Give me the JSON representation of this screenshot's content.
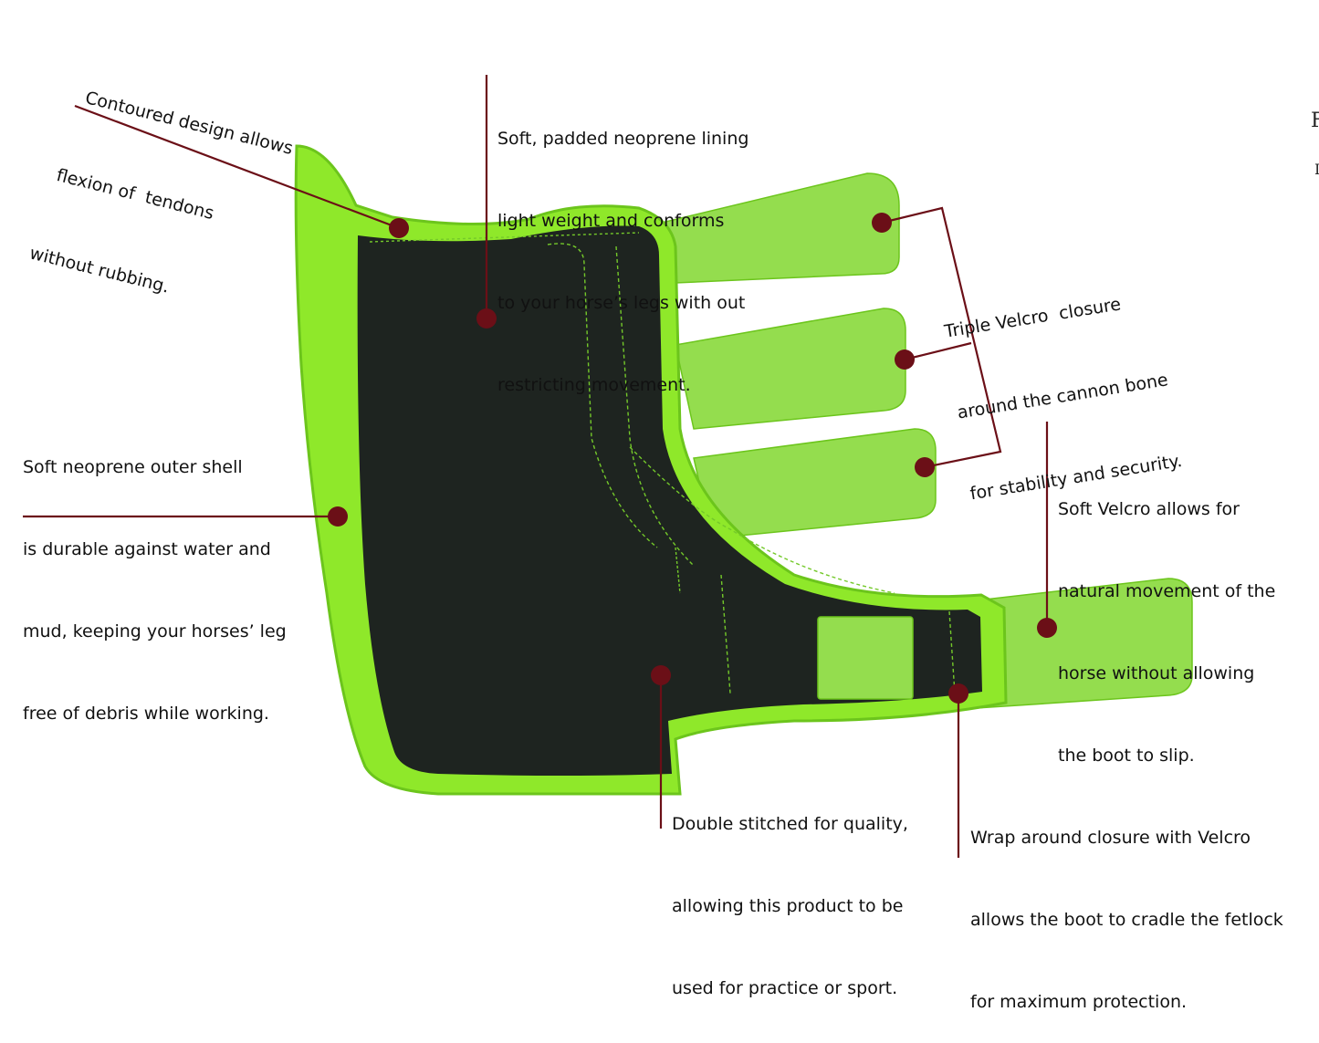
{
  "colors": {
    "leader": "#6b0f17",
    "dot": "#6b0f17",
    "neon": "#8fe82a",
    "neon_dark": "#6cc51c",
    "strap": "#94dd4e",
    "lining": "#1e2420"
  },
  "annotations": {
    "contoured": [
      "Contoured design allows",
      "flexion of  tendons",
      "without rubbing."
    ],
    "lining": [
      "Soft, padded neoprene lining",
      "light weight and conforms",
      "to your horse’s legs with out",
      "restricting movement."
    ],
    "triple": [
      "Triple Velcro  closure",
      "around the cannon bone",
      "for stability and security."
    ],
    "shell": [
      "Soft neoprene outer shell",
      "is durable against water and",
      "mud, keeping your horses’ leg",
      "free of debris while working."
    ],
    "soft_velcro": [
      "Soft Velcro allows for",
      "natural movement of the",
      "horse without allowing",
      "the boot to slip."
    ],
    "double": [
      "Double stitched for quality,",
      "allowing this product to be",
      "used for practice or sport."
    ],
    "wrap": [
      "Wrap around closure with Velcro",
      "allows the boot to cradle the fetlock",
      "for maximum protection."
    ]
  },
  "edge_glyphs": [
    "F",
    "I"
  ]
}
